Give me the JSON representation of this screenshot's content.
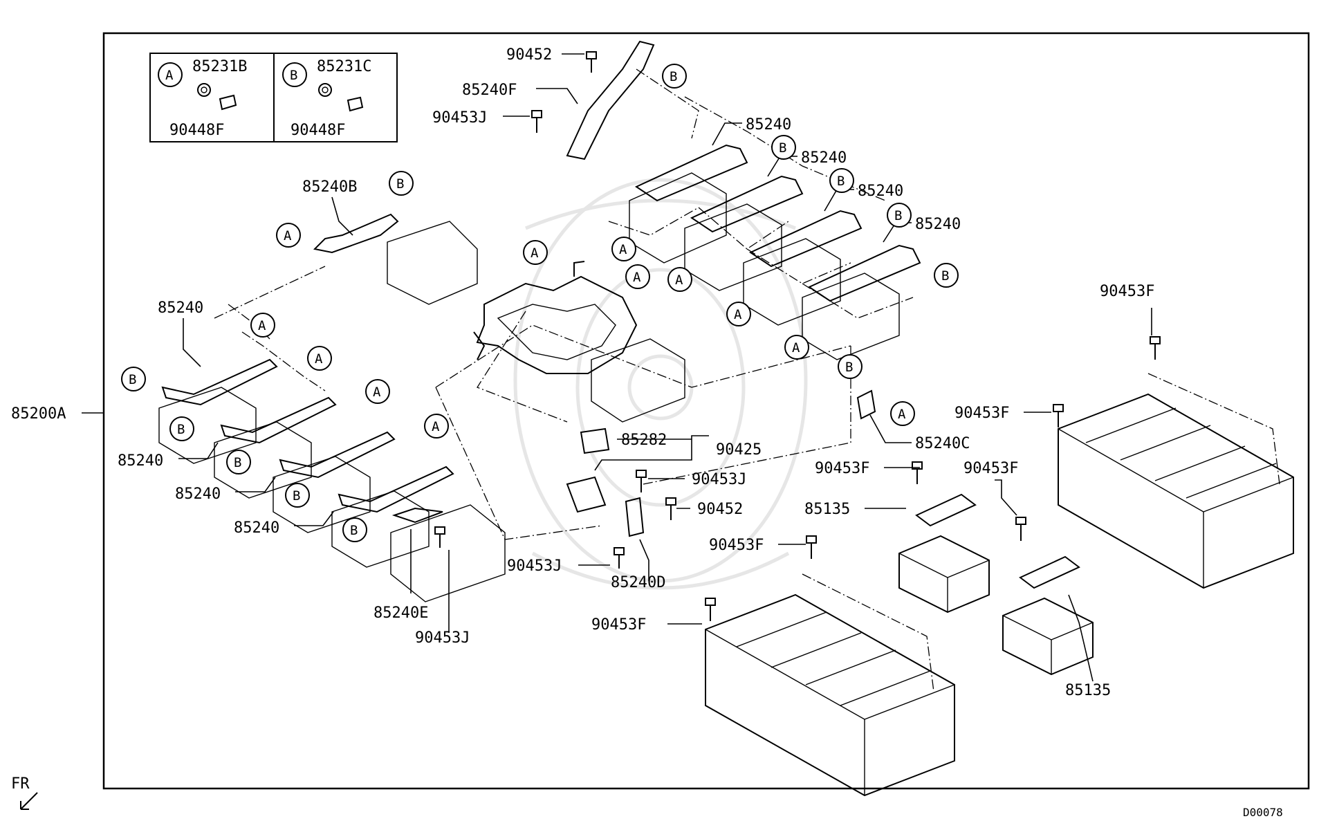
{
  "diagram": {
    "assembly_label": "85200A",
    "figure_code": "D00078",
    "orientation_label": "FR",
    "inset": {
      "a_callout": "A",
      "a_clip": "85231B",
      "a_nut": "90448F",
      "b_callout": "B",
      "b_clip": "85231C",
      "b_nut": "90448F"
    },
    "callouts": {
      "a": "A",
      "b": "B"
    },
    "labels": {
      "p90452_top": "90452",
      "p85240F": "85240F",
      "p90453J_top": "90453J",
      "p85240_r1": "85240",
      "p85240_r2": "85240",
      "p85240_r3": "85240",
      "p85240_r4": "85240",
      "p85240B": "85240B",
      "p85240_l_top": "85240",
      "p85240_l1": "85240",
      "p85240_l2": "85240",
      "p85240_l3": "85240",
      "p90453F_right": "90453F",
      "p90453F_mid": "90453F",
      "p85282": "85282",
      "p90425": "90425",
      "p90453J_mid": "90453J",
      "p90452_mid": "90452",
      "p90453F_c1": "90453F",
      "p85135_c": "85135",
      "p90453F_c2": "90453F",
      "p90453F_r2": "90453F",
      "p85240C": "85240C",
      "p90453J_low": "90453J",
      "p85240D": "85240D",
      "p85240E": "85240E",
      "p90453J_bottom": "90453J",
      "p90453F_bottom": "90453F",
      "p85135_r": "85135"
    }
  }
}
